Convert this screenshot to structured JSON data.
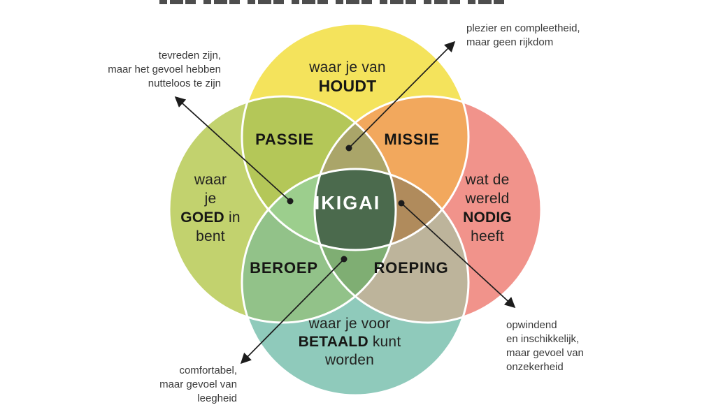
{
  "colors": {
    "top_circle": "#F4E35C",
    "left_circle": "#C2D26E",
    "right_circle": "#F1938B",
    "bottom_circle": "#8FCABB",
    "passie_overlap": "#B4C758",
    "missie_overlap": "#F2A85D",
    "beroep_overlap": "#92C289",
    "roeping_overlap": "#BDB49B",
    "top_petal": "#AAA569",
    "left_petal": "#9CCE8D",
    "right_petal": "#B08B5C",
    "bottom_petal": "#7FAE73",
    "center": "#4B6A4D",
    "arrow": "#1c1c1c"
  },
  "circles": {
    "love": {
      "line1": "waar je van",
      "bold": "HOUDT"
    },
    "good": {
      "line1": "waar",
      "line2": "je",
      "bold": "GOED",
      "rest": " in",
      "line4": "bent"
    },
    "need": {
      "line1": "wat de",
      "line2": "wereld",
      "bold": "NODIG",
      "line4": "heeft"
    },
    "paid": {
      "line1": "waar je voor",
      "bold": "BETAALD",
      "rest": " kunt",
      "line3": "worden"
    }
  },
  "overlaps": {
    "passie": "PASSIE",
    "missie": "MISSIE",
    "beroep": "BEROEP",
    "roeping": "ROEPING",
    "center": "IKIGAI"
  },
  "annotations": {
    "satisfied": {
      "lines": [
        "tevreden zijn,",
        "maar het gevoel hebben",
        "nutteloos te zijn"
      ]
    },
    "pleasure": {
      "lines": [
        "plezier en compleetheid,",
        "maar geen rijkdom"
      ]
    },
    "comfortable": {
      "lines": [
        "comfortabel,",
        "maar gevoel van",
        "leegheid"
      ]
    },
    "exciting": {
      "lines": [
        "opwindend",
        "en inschikkelijk,",
        "maar gevoel van",
        "onzekerheid"
      ]
    }
  }
}
